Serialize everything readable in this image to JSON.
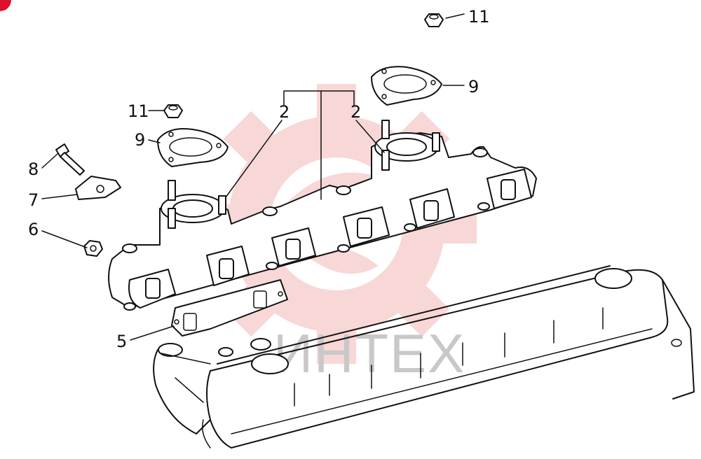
{
  "watermark": {
    "text": "ИНТЕХ",
    "color": "#f4b8b8"
  },
  "callouts": {
    "c11_top": "11",
    "c9_right": "9",
    "c2_left": "2",
    "c2_right": "2",
    "c11_left": "11",
    "c9_left": "9",
    "c8": "8",
    "c7": "7",
    "c6": "6",
    "c5": "5"
  },
  "marker_color": "#e0102a"
}
